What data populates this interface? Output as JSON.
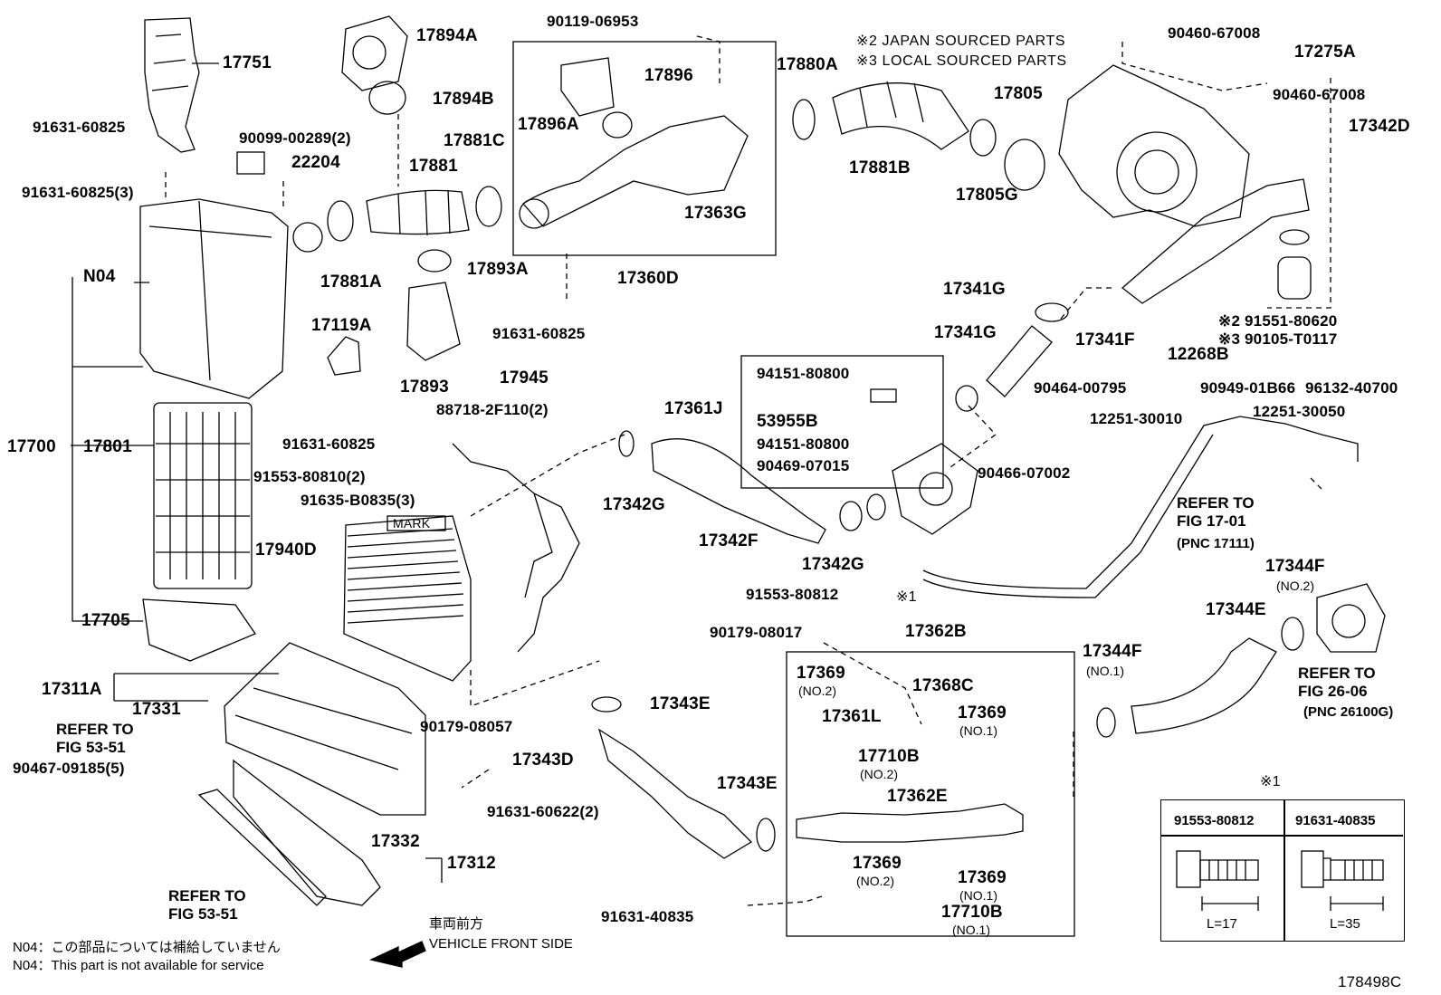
{
  "notes": {
    "japan": "※2 JAPAN SOURCED PARTS",
    "local": "※3 LOCAL SOURCED PARTS"
  },
  "labels": {
    "p17751": "17751",
    "p17894A": "17894A",
    "p17894B": "17894B",
    "p90119_06953": "90119-06953",
    "p17896": "17896",
    "p17896A": "17896A",
    "p17881C": "17881C",
    "p17881": "17881",
    "p90099": "90099-00289(2)",
    "p22204": "22204",
    "p91631_60825_top": "91631-60825",
    "p91631_60825_3": "91631-60825(3)",
    "pN04": "N04",
    "p17881A": "17881A",
    "p17893A": "17893A",
    "p17360D": "17360D",
    "p17363G": "17363G",
    "p17880A": "17880A",
    "p17881B": "17881B",
    "p17805": "17805",
    "p17805G": "17805G",
    "p90460_top": "90460-67008",
    "p17275A": "17275A",
    "p90460_right": "90460-67008",
    "p17342D": "17342D",
    "p91631_60825_mid": "91631-60825",
    "p17119A": "17119A",
    "p17893": "17893",
    "p17945": "17945",
    "p88718": "88718-2F110(2)",
    "p17341G_a": "17341G",
    "p17341G_b": "17341G",
    "p17341F": "17341F",
    "p91551": "※2 91551-80620",
    "p90105": "※3 90105-T0117",
    "p12268B": "12268B",
    "p90464": "90464-00795",
    "p12251_30010": "12251-30010",
    "p90949": "90949-01B66",
    "p96132": "96132-40700",
    "p12251_30050": "12251-30050",
    "p17361J": "17361J",
    "p94151_a": "94151-80800",
    "p53955B": "53955B",
    "p94151_b": "94151-80800",
    "p90469": "90469-07015",
    "p90466": "90466-07002",
    "p91631_60825_low": "91631-60825",
    "p17700": "17700",
    "p17801": "17801",
    "p91553_80810": "91553-80810(2)",
    "p91635": "91635-B0835(3)",
    "p17940D": "17940D",
    "pMARK": "MARK",
    "p17342G_a": "17342G",
    "p17342F": "17342F",
    "p17342G_b": "17342G",
    "p91553_80812": "91553-80812",
    "p_x1": "※1",
    "p17344F_top": "17344F",
    "p17344E": "17344E",
    "p17705": "17705",
    "p90179_08017": "90179-08017",
    "p17362B": "17362B",
    "p17311A": "17311A",
    "p17331": "17331",
    "p90179_08057": "90179-08057",
    "p17343E_a": "17343E",
    "p17369_a": "17369",
    "p17368C": "17368C",
    "p17369_b": "17369",
    "p17361L": "17361L",
    "p17710B_a": "17710B",
    "p17344F_mid": "17344F",
    "p90467": "90467-09185(5)",
    "p17343D": "17343D",
    "p17343E_b": "17343E",
    "p17362E": "17362E",
    "p91631_60622": "91631-60622(2)",
    "p17332": "17332",
    "p17312": "17312",
    "p17369_c": "17369",
    "p17369_d": "17369",
    "p17710B_b": "17710B",
    "p91631_40835": "91631-40835",
    "p178498C": "178498C"
  },
  "sublabels": {
    "no2_17344F": "(NO.2)",
    "no2_17369a": "(NO.2)",
    "no1_17369b": "(NO.1)",
    "no2_17710B": "(NO.2)",
    "no1_17344F": "(NO.1)",
    "no2_17369c": "(NO.2)",
    "no1_17369d": "(NO.1)",
    "no1_17710B": "(NO.1)"
  },
  "refs": {
    "fig17_01": "REFER TO\nFIG 17-01",
    "pnc17111": "(PNC 17111)",
    "fig26_06": "REFER TO\nFIG 26-06",
    "pnc26100G": "(PNC 26100G)",
    "fig53_51a": "REFER TO\nFIG 53-51",
    "fig53_51b": "REFER TO\nFIG 53-51"
  },
  "footer": {
    "jp_direction": "車両前方",
    "en_direction": "VEHICLE FRONT SIDE",
    "n04_jp": "N04：この部品については補給していません",
    "n04_en": "N04：This part is not available for service"
  },
  "inset": {
    "marker": "※1",
    "col1_part": "91553-80812",
    "col2_part": "91631-40835",
    "col1_len": "L=17",
    "col2_len": "L=35"
  }
}
